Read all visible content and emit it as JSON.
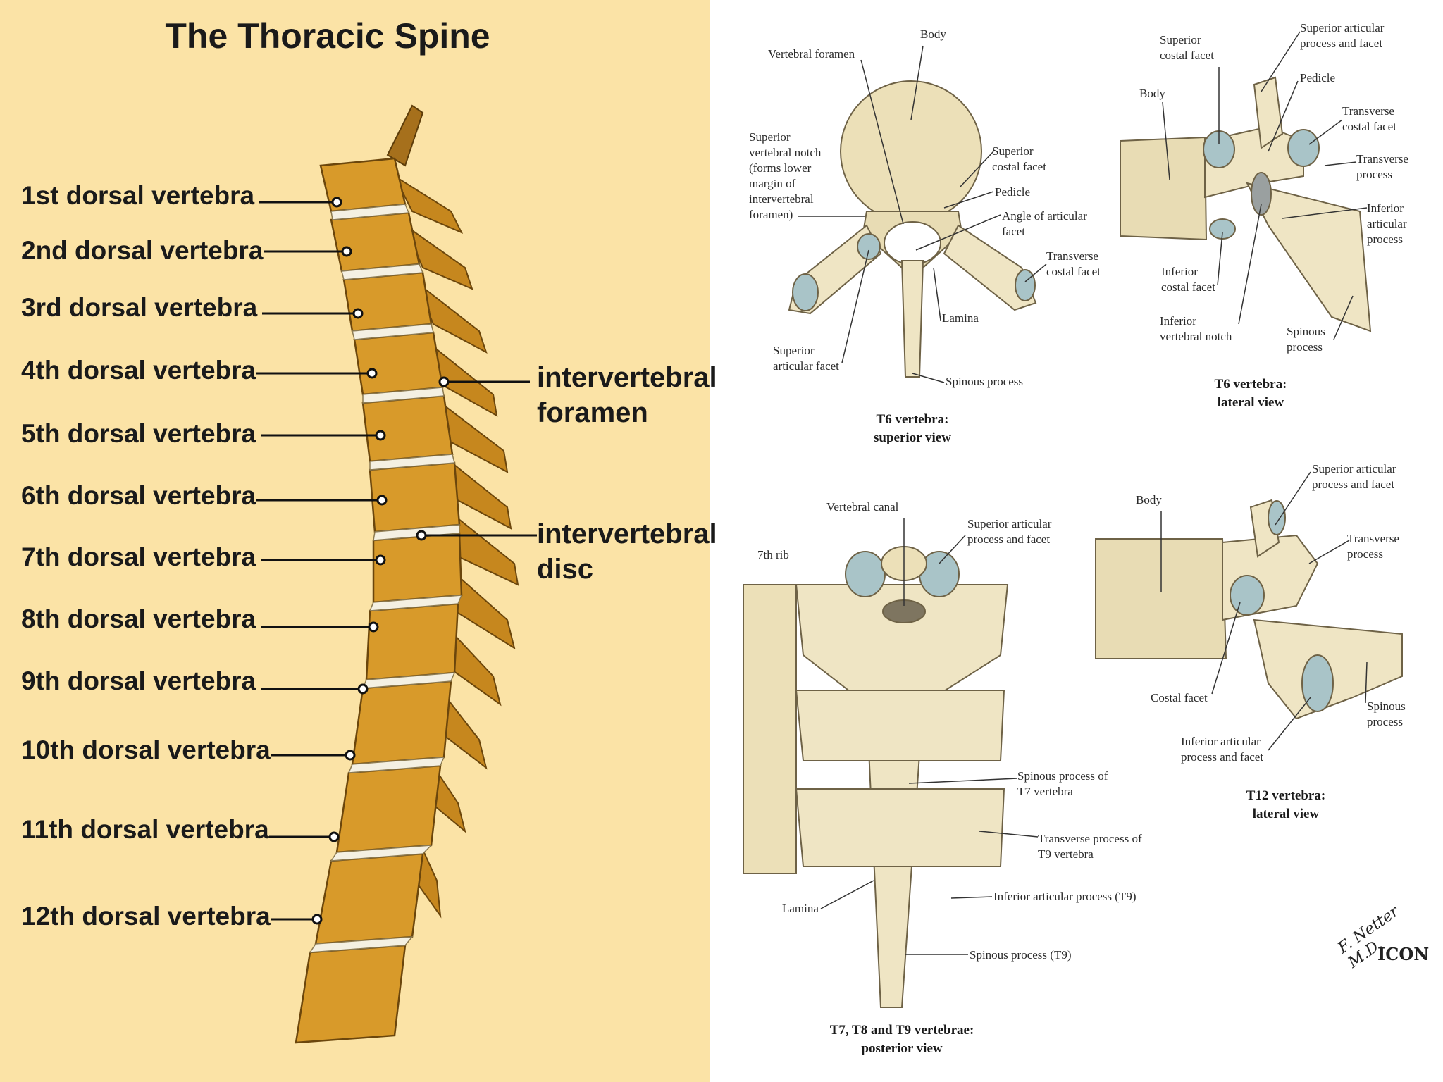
{
  "left": {
    "title": "The Thoracic Spine",
    "vertebrae": [
      "1st dorsal vertebra",
      "2nd dorsal vertebra",
      "3rd dorsal vertebra",
      "4th dorsal vertebra",
      "5th dorsal vertebra",
      "6th dorsal vertebra",
      "7th dorsal vertebra",
      "8th dorsal vertebra",
      "9th dorsal vertebra",
      "10th dorsal vertebra",
      "11th dorsal vertebra",
      "12th dorsal vertebra"
    ],
    "foramen_label": [
      "intervertebral",
      "foramen"
    ],
    "disc_label": [
      "intervertebral",
      "disc"
    ]
  },
  "superior_view": {
    "labels": {
      "body": "Body",
      "vertebral_foramen": "Vertebral foramen",
      "superior_notch": [
        "Superior",
        "vertebral notch",
        "(forms lower",
        "margin of",
        "intervertebral",
        "foramen)"
      ],
      "superior_costal_facet": [
        "Superior",
        "costal facet"
      ],
      "pedicle": "Pedicle",
      "angle_facet": [
        "Angle of articular",
        "facet"
      ],
      "transverse_costal_facet": [
        "Transverse",
        "costal facet"
      ],
      "lamina": "Lamina",
      "superior_articular_facet": [
        "Superior",
        "articular facet"
      ],
      "spinous_process": "Spinous process"
    },
    "caption": [
      "T6 vertebra:",
      "superior view"
    ]
  },
  "lateral_t6": {
    "labels": {
      "superior_costal_facet": [
        "Superior",
        "costal facet"
      ],
      "superior_articular": [
        "Superior articular",
        "process and facet"
      ],
      "pedicle": "Pedicle",
      "body": "Body",
      "transverse_costal_facet": [
        "Transverse",
        "costal facet"
      ],
      "transverse_process": [
        "Transverse",
        "process"
      ],
      "inferior_articular": [
        "Inferior",
        "articular",
        "process"
      ],
      "inferior_costal_facet": [
        "Inferior",
        "costal facet"
      ],
      "inferior_notch": [
        "Inferior",
        "vertebral notch"
      ],
      "spinous_process": [
        "Spinous",
        "process"
      ]
    },
    "caption": [
      "T6 vertebra:",
      "lateral view"
    ]
  },
  "posterior_view": {
    "labels": {
      "vertebral_canal": "Vertebral canal",
      "superior_articular": [
        "Superior articular",
        "process and facet"
      ],
      "rib": "7th rib",
      "spinous_t7": [
        "Spinous process of",
        "T7 vertebra"
      ],
      "transverse_t9": [
        "Transverse process of",
        "T9 vertebra"
      ],
      "inferior_articular_t9": "Inferior articular process (T9)",
      "lamina": "Lamina",
      "spinous_t9": "Spinous process (T9)"
    },
    "caption": [
      "T7, T8 and T9 vertebrae:",
      "posterior view"
    ]
  },
  "lateral_t12": {
    "labels": {
      "superior_articular": [
        "Superior articular",
        "process and facet"
      ],
      "body": "Body",
      "transverse_process": [
        "Transverse",
        "process"
      ],
      "costal_facet": "Costal facet",
      "spinous_process": [
        "Spinous",
        "process"
      ],
      "inferior_articular": [
        "Inferior articular",
        "process and facet"
      ]
    },
    "caption": [
      "T12 vertebra:",
      "lateral view"
    ]
  },
  "signature": {
    "text": "F. Netter M.D.",
    "brand": "ICON"
  }
}
